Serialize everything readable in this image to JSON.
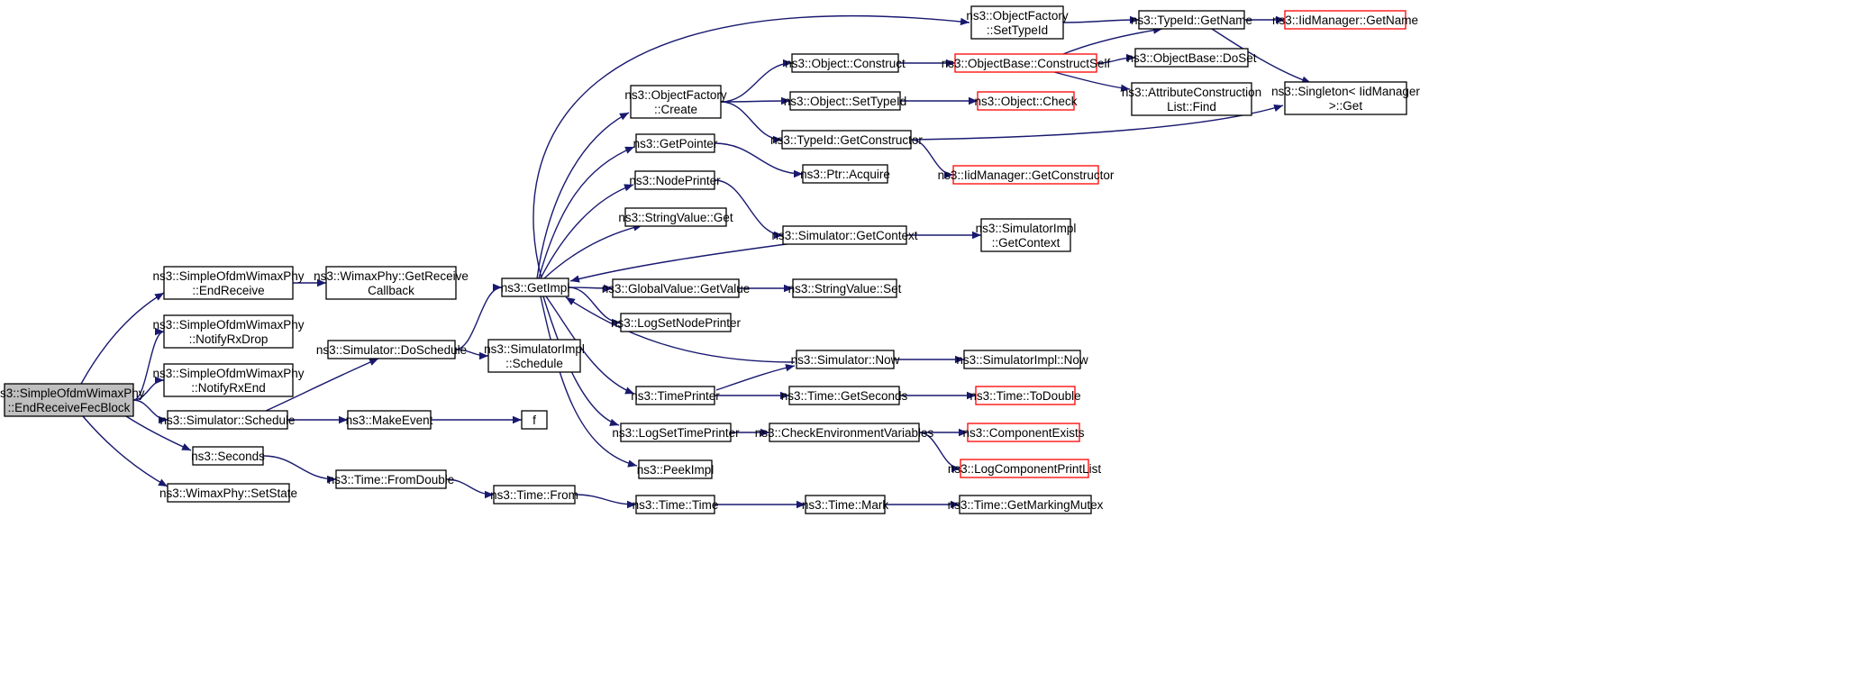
{
  "nodes": [
    {
      "id": "end_receive_fec_block",
      "lines": [
        "ns3::SimpleOfdmWimaxPhy",
        "::EndReceiveFecBlock"
      ],
      "style": "root"
    },
    {
      "id": "end_receive",
      "lines": [
        "ns3::SimpleOfdmWimaxPhy",
        "::EndReceive"
      ],
      "style": "normal"
    },
    {
      "id": "notify_rx_drop",
      "lines": [
        "ns3::SimpleOfdmWimaxPhy",
        "::NotifyRxDrop"
      ],
      "style": "normal"
    },
    {
      "id": "notify_rx_end",
      "lines": [
        "ns3::SimpleOfdmWimaxPhy",
        "::NotifyRxEnd"
      ],
      "style": "normal"
    },
    {
      "id": "simulator_schedule",
      "lines": [
        "ns3::Simulator::Schedule"
      ],
      "style": "normal"
    },
    {
      "id": "seconds",
      "lines": [
        "ns3::Seconds"
      ],
      "style": "normal"
    },
    {
      "id": "wimaxphy_setstate",
      "lines": [
        "ns3::WimaxPhy::SetState"
      ],
      "style": "normal"
    },
    {
      "id": "wimaxphy_getreceivecallback",
      "lines": [
        "ns3::WimaxPhy::GetReceive",
        "Callback"
      ],
      "style": "normal"
    },
    {
      "id": "simulator_doschedule",
      "lines": [
        "ns3::Simulator::DoSchedule"
      ],
      "style": "normal"
    },
    {
      "id": "makeevent",
      "lines": [
        "ns3::MakeEvent"
      ],
      "style": "normal"
    },
    {
      "id": "time_fromdouble",
      "lines": [
        "ns3::Time::FromDouble"
      ],
      "style": "normal"
    },
    {
      "id": "getimpl",
      "lines": [
        "ns3::GetImpl"
      ],
      "style": "normal"
    },
    {
      "id": "simulatorimpl_schedule",
      "lines": [
        "ns3::SimulatorImpl",
        "::Schedule"
      ],
      "style": "normal"
    },
    {
      "id": "f",
      "lines": [
        "f"
      ],
      "style": "normal"
    },
    {
      "id": "time_from",
      "lines": [
        "ns3::Time::From"
      ],
      "style": "normal"
    },
    {
      "id": "objectfactory_create",
      "lines": [
        "ns3::ObjectFactory",
        "::Create"
      ],
      "style": "normal"
    },
    {
      "id": "getpointer",
      "lines": [
        "ns3::GetPointer"
      ],
      "style": "normal"
    },
    {
      "id": "nodeprinter",
      "lines": [
        "ns3::NodePrinter"
      ],
      "style": "normal"
    },
    {
      "id": "stringvalue_get",
      "lines": [
        "ns3::StringValue::Get"
      ],
      "style": "normal"
    },
    {
      "id": "globalvalue_getvalue",
      "lines": [
        "ns3::GlobalValue::GetValue"
      ],
      "style": "normal"
    },
    {
      "id": "logsetnodeprinter",
      "lines": [
        "ns3::LogSetNodePrinter"
      ],
      "style": "normal"
    },
    {
      "id": "timeprinter",
      "lines": [
        "ns3::TimePrinter"
      ],
      "style": "normal"
    },
    {
      "id": "logsettimeprinter",
      "lines": [
        "ns3::LogSetTimePrinter"
      ],
      "style": "normal"
    },
    {
      "id": "peekimpl",
      "lines": [
        "ns3::PeekImpl"
      ],
      "style": "normal"
    },
    {
      "id": "time_time",
      "lines": [
        "ns3::Time::Time"
      ],
      "style": "normal"
    },
    {
      "id": "objectfactory_settypeid",
      "lines": [
        "ns3::ObjectFactory",
        "::SetTypeId"
      ],
      "style": "normal"
    },
    {
      "id": "object_construct",
      "lines": [
        "ns3::Object::Construct"
      ],
      "style": "normal"
    },
    {
      "id": "object_settypeid",
      "lines": [
        "ns3::Object::SetTypeId"
      ],
      "style": "normal"
    },
    {
      "id": "typeid_getconstructor",
      "lines": [
        "ns3::TypeId::GetConstructor"
      ],
      "style": "normal"
    },
    {
      "id": "ptr_acquire",
      "lines": [
        "ns3::Ptr::Acquire"
      ],
      "style": "normal"
    },
    {
      "id": "simulator_getcontext",
      "lines": [
        "ns3::Simulator::GetContext"
      ],
      "style": "normal"
    },
    {
      "id": "stringvalue_set",
      "lines": [
        "ns3::StringValue::Set"
      ],
      "style": "normal"
    },
    {
      "id": "simulator_now",
      "lines": [
        "ns3::Simulator::Now"
      ],
      "style": "normal"
    },
    {
      "id": "time_getseconds",
      "lines": [
        "ns3::Time::GetSeconds"
      ],
      "style": "normal"
    },
    {
      "id": "checkenvironmentvariables",
      "lines": [
        "ns3::CheckEnvironmentVariables"
      ],
      "style": "normal"
    },
    {
      "id": "time_mark",
      "lines": [
        "ns3::Time::Mark"
      ],
      "style": "normal"
    },
    {
      "id": "typeid_getname",
      "lines": [
        "ns3::TypeId::GetName"
      ],
      "style": "normal"
    },
    {
      "id": "objectbase_constructself",
      "lines": [
        "ns3::ObjectBase::ConstructSelf"
      ],
      "style": "red"
    },
    {
      "id": "object_check",
      "lines": [
        "ns3::Object::Check"
      ],
      "style": "red"
    },
    {
      "id": "iidmanager_getconstructor",
      "lines": [
        "ns3::IidManager::GetConstructor"
      ],
      "style": "red"
    },
    {
      "id": "simulatorimpl_getcontext",
      "lines": [
        "ns3::SimulatorImpl",
        "::GetContext"
      ],
      "style": "normal"
    },
    {
      "id": "simulatorimpl_now",
      "lines": [
        "ns3::SimulatorImpl::Now"
      ],
      "style": "normal"
    },
    {
      "id": "time_todouble",
      "lines": [
        "ns3::Time::ToDouble"
      ],
      "style": "red"
    },
    {
      "id": "componentexists",
      "lines": [
        "ns3::ComponentExists"
      ],
      "style": "red"
    },
    {
      "id": "logcomponentprintlist",
      "lines": [
        "ns3::LogComponentPrintList"
      ],
      "style": "red"
    },
    {
      "id": "time_getmarkingmutex",
      "lines": [
        "ns3::Time::GetMarkingMutex"
      ],
      "style": "normal"
    },
    {
      "id": "iidmanager_getname",
      "lines": [
        "ns3::IidManager::GetName"
      ],
      "style": "red"
    },
    {
      "id": "objectbase_doset",
      "lines": [
        "ns3::ObjectBase::DoSet"
      ],
      "style": "normal"
    },
    {
      "id": "attributeconstructionlist_find",
      "lines": [
        "ns3::AttributeConstruction",
        "List::Find"
      ],
      "style": "normal"
    },
    {
      "id": "singleton_get",
      "lines": [
        "ns3::Singleton< IidManager",
        ">::Get"
      ],
      "style": "normal"
    }
  ],
  "edges": [
    [
      "end_receive_fec_block",
      "end_receive"
    ],
    [
      "end_receive_fec_block",
      "notify_rx_drop"
    ],
    [
      "end_receive_fec_block",
      "notify_rx_end"
    ],
    [
      "end_receive_fec_block",
      "simulator_schedule"
    ],
    [
      "end_receive_fec_block",
      "seconds"
    ],
    [
      "end_receive_fec_block",
      "wimaxphy_setstate"
    ],
    [
      "end_receive",
      "wimaxphy_getreceivecallback"
    ],
    [
      "simulator_schedule",
      "simulator_doschedule"
    ],
    [
      "simulator_schedule",
      "makeevent"
    ],
    [
      "seconds",
      "time_fromdouble"
    ],
    [
      "simulator_doschedule",
      "getimpl"
    ],
    [
      "simulator_doschedule",
      "simulatorimpl_schedule"
    ],
    [
      "makeevent",
      "f"
    ],
    [
      "time_fromdouble",
      "time_from"
    ],
    [
      "time_from",
      "time_time"
    ],
    [
      "getimpl",
      "objectfactory_settypeid"
    ],
    [
      "getimpl",
      "objectfactory_create"
    ],
    [
      "getimpl",
      "getpointer"
    ],
    [
      "getimpl",
      "nodeprinter"
    ],
    [
      "getimpl",
      "stringvalue_get"
    ],
    [
      "getimpl",
      "globalvalue_getvalue"
    ],
    [
      "getimpl",
      "logsetnodeprinter"
    ],
    [
      "getimpl",
      "timeprinter"
    ],
    [
      "getimpl",
      "logsettimeprinter"
    ],
    [
      "getimpl",
      "peekimpl"
    ],
    [
      "simulator_getcontext",
      "getimpl"
    ],
    [
      "simulator_now",
      "getimpl"
    ],
    [
      "objectfactory_settypeid",
      "typeid_getname"
    ],
    [
      "objectfactory_create",
      "object_construct"
    ],
    [
      "objectfactory_create",
      "object_settypeid"
    ],
    [
      "objectfactory_create",
      "typeid_getconstructor"
    ],
    [
      "getpointer",
      "ptr_acquire"
    ],
    [
      "nodeprinter",
      "simulator_getcontext"
    ],
    [
      "globalvalue_getvalue",
      "stringvalue_set"
    ],
    [
      "timeprinter",
      "simulator_now"
    ],
    [
      "timeprinter",
      "time_getseconds"
    ],
    [
      "logsettimeprinter",
      "checkenvironmentvariables"
    ],
    [
      "time_time",
      "time_mark"
    ],
    [
      "object_construct",
      "objectbase_constructself"
    ],
    [
      "object_settypeid",
      "object_check"
    ],
    [
      "typeid_getconstructor",
      "iidmanager_getconstructor"
    ],
    [
      "typeid_getconstructor",
      "singleton_get"
    ],
    [
      "simulator_getcontext",
      "simulatorimpl_getcontext"
    ],
    [
      "simulator_now",
      "simulatorimpl_now"
    ],
    [
      "time_getseconds",
      "time_todouble"
    ],
    [
      "checkenvironmentvariables",
      "componentexists"
    ],
    [
      "checkenvironmentvariables",
      "logcomponentprintlist"
    ],
    [
      "time_mark",
      "time_getmarkingmutex"
    ],
    [
      "typeid_getname",
      "iidmanager_getname"
    ],
    [
      "typeid_getname",
      "singleton_get"
    ],
    [
      "objectbase_constructself",
      "typeid_getname"
    ],
    [
      "objectbase_constructself",
      "objectbase_doset"
    ],
    [
      "objectbase_constructself",
      "attributeconstructionlist_find"
    ]
  ]
}
